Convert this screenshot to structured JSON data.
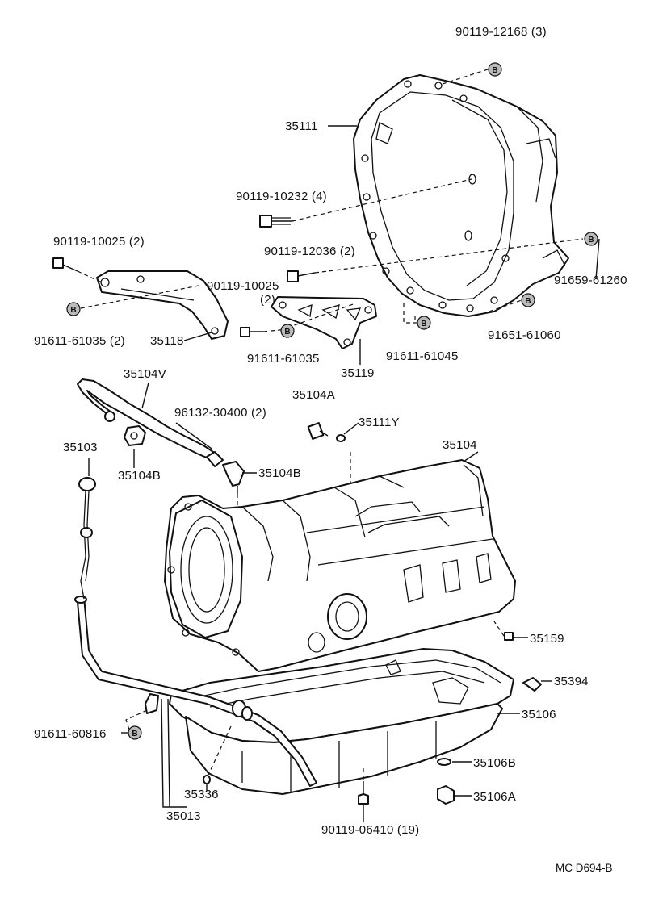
{
  "diagram_code": "MC D694-B",
  "badge_glyph": "B",
  "labels": {
    "bolt_90119_12168": "90119-12168 (3)",
    "housing_35111": "35111",
    "bolt_90119_10232": "90119-10232 (4)",
    "bolt_90119_10025_left": "90119-10025 (2)",
    "bolt_90119_12036": "90119-12036 (2)",
    "bolt_90119_10025_mid_a": "90119-10025",
    "bolt_90119_10025_mid_b": "(2)",
    "stud_91659_61260": "91659-61260",
    "stud_91611_61035_left": "91611-61035 (2)",
    "bracket_35118": "35118",
    "stud_91611_61035_mid": "91611-61035",
    "bracket_35119": "35119",
    "stud_91611_61045": "91611-61045",
    "stud_91651_61060": "91651-61060",
    "hose_35104V": "35104V",
    "plug_35104A": "35104A",
    "oring_35111Y": "35111Y",
    "clip_96132_30400": "96132-30400 (2)",
    "dipstick_35103": "35103",
    "case_35104": "35104",
    "union_35104B_left": "35104B",
    "union_35104B_right": "35104B",
    "magnet_35159": "35159",
    "gasket_35394": "35394",
    "pan_35106": "35106",
    "stud_91611_60816": "91611-60816",
    "washer_35106B": "35106B",
    "plug_35106A": "35106A",
    "oring_35336": "35336",
    "tube_35013": "35013",
    "bolt_90119_06410": "90119-06410 (19)"
  }
}
